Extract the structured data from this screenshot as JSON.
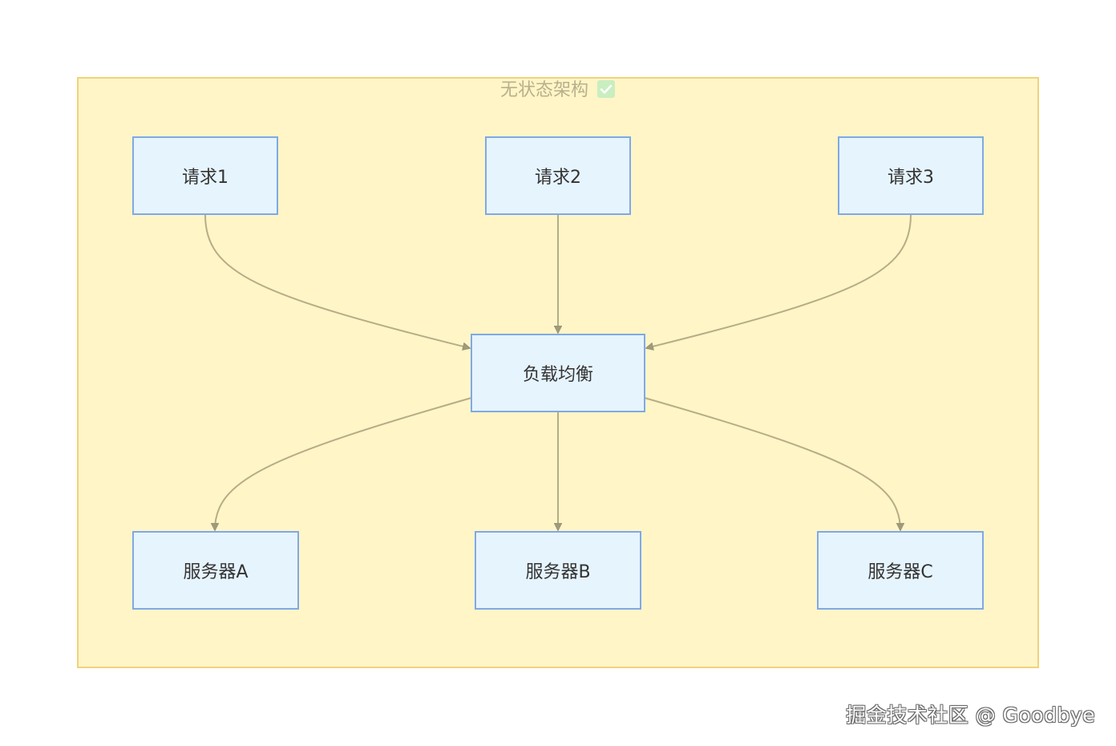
{
  "diagram": {
    "cluster_title": "无状态架构",
    "cluster_badge_icon": "check-mark-icon",
    "nodes": {
      "req1": "请求1",
      "req2": "请求2",
      "req3": "请求3",
      "lb": "负载均衡",
      "srvA": "服务器A",
      "srvB": "服务器B",
      "srvC": "服务器C"
    },
    "edges": [
      {
        "from": "req1",
        "to": "lb"
      },
      {
        "from": "req2",
        "to": "lb"
      },
      {
        "from": "req3",
        "to": "lb"
      },
      {
        "from": "lb",
        "to": "srvA"
      },
      {
        "from": "lb",
        "to": "srvB"
      },
      {
        "from": "lb",
        "to": "srvC"
      }
    ],
    "colors": {
      "cluster_fill": "#fff5c7",
      "cluster_border": "#f2d27a",
      "node_fill": "#e6f4fe",
      "node_border": "#7fa9e6",
      "edge": "#b5ad86",
      "arrow_fill": "#9f9a79"
    }
  },
  "watermark": "掘金技术社区 @ Goodbye"
}
